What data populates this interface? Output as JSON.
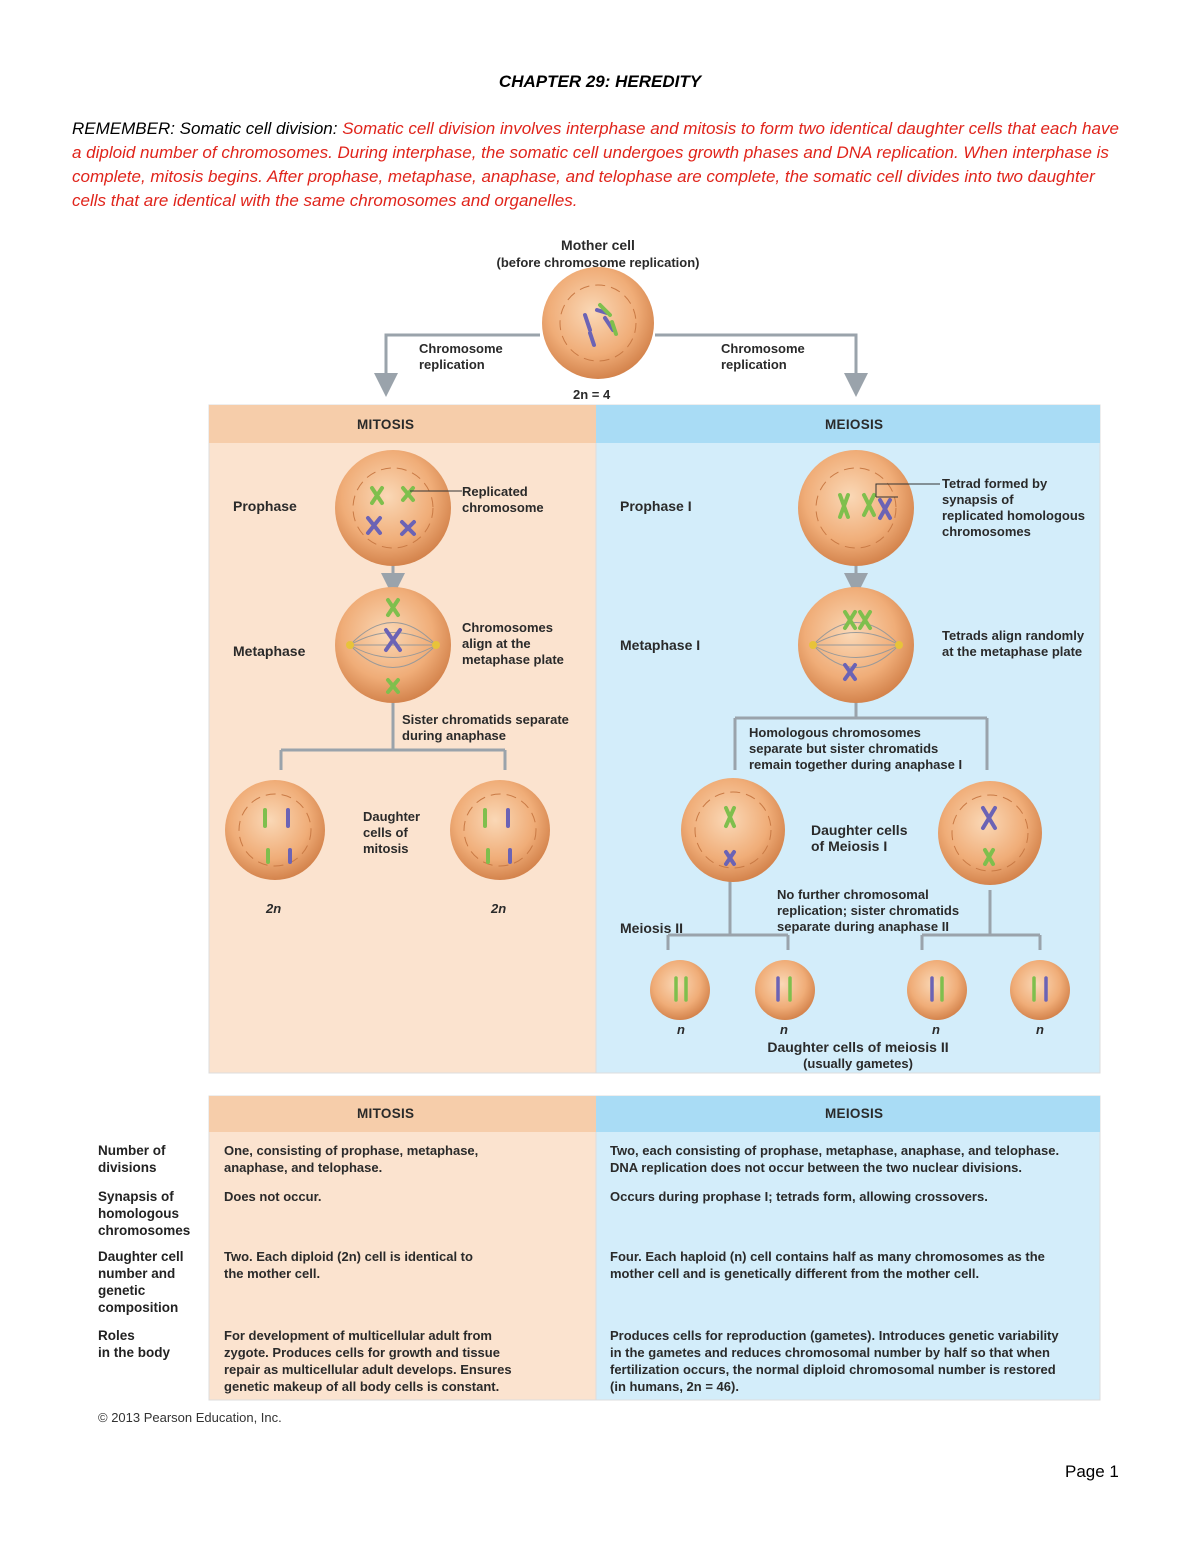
{
  "header": {
    "title": "CHAPTER 29: HEREDITY",
    "remember_label": "REMEMBER:  Somatic cell division:  ",
    "remember_text": "Somatic cell division involves interphase and mitosis to form two identical daughter cells that each have a diploid number of chromosomes.  During interphase, the somatic cell undergoes growth phases and DNA replication.  When interphase is complete, mitosis begins.  After prophase, metaphase, anaphase, and telophase are complete, the somatic cell divides into two daughter cells that are identical with the same chromosomes and organelles."
  },
  "diagram": {
    "mother_cell": "Mother cell",
    "mother_cell_sub": "(before chromosome replication)",
    "replication_left": [
      "Chromosome",
      "replication"
    ],
    "replication_right": [
      "Chromosome",
      "replication"
    ],
    "ploidy": "2n = 4",
    "mitosis_header": "MITOSIS",
    "meiosis_header": "MEIOSIS",
    "prophase": "Prophase",
    "replicated_chromosome": [
      "Replicated",
      "chromosome"
    ],
    "metaphase": "Metaphase",
    "chromosomes_align": [
      "Chromosomes",
      "align at the",
      "metaphase plate"
    ],
    "sister_chromatids": [
      "Sister chromatids separate",
      "during anaphase"
    ],
    "daughter_mitosis": [
      "Daughter",
      "cells of",
      "mitosis"
    ],
    "mitosis_result_left": "2n",
    "mitosis_result_right": "2n",
    "prophase_1": "Prophase I",
    "tetrad": [
      "Tetrad formed by",
      "synapsis of",
      "replicated homologous",
      "chromosomes"
    ],
    "metaphase_1": "Metaphase I",
    "tetrads_align": [
      "Tetrads align randomly",
      "at the metaphase plate"
    ],
    "homologous": [
      "Homologous chromosomes",
      "separate but sister chromatids",
      "remain together during anaphase I"
    ],
    "daughter_meiosis_1": [
      "Daughter cells",
      "of Meiosis I"
    ],
    "no_further": [
      "No further chromosomal",
      "replication; sister chromatids",
      "separate during anaphase II"
    ],
    "meiosis_2": "Meiosis II",
    "gamete_labels": [
      "n",
      "n",
      "n",
      "n"
    ],
    "daughter_meiosis_2": "Daughter cells of meiosis II",
    "daughter_meiosis_2_sub": "(usually gametes)"
  },
  "table": {
    "columns": [
      "MITOSIS",
      "MEIOSIS"
    ],
    "rows": [
      {
        "label": [
          "Number of",
          "divisions"
        ],
        "mitosis": [
          "One, consisting of prophase, metaphase,",
          "anaphase, and telophase."
        ],
        "meiosis": [
          "Two, each consisting of prophase, metaphase, anaphase, and telophase.",
          "DNA replication does not occur between the two nuclear divisions."
        ]
      },
      {
        "label": [
          "Synapsis of",
          "homologous",
          "chromosomes"
        ],
        "mitosis": [
          "Does not occur."
        ],
        "meiosis": [
          "Occurs during prophase I; tetrads form, allowing crossovers."
        ]
      },
      {
        "label": [
          "Daughter cell",
          "number and",
          "genetic",
          "composition"
        ],
        "mitosis": [
          "Two. Each diploid (2n) cell is identical to",
          "the mother cell."
        ],
        "meiosis": [
          "Four. Each haploid (n) cell contains half as many chromosomes as the",
          "mother cell and is genetically different from the mother cell."
        ]
      },
      {
        "label": [
          "Roles",
          "in the body"
        ],
        "mitosis": [
          "For development of multicellular adult from",
          "zygote. Produces cells for growth and tissue",
          "repair as multicellular adult develops. Ensures",
          "genetic makeup of all body cells is constant."
        ],
        "meiosis": [
          "Produces cells for reproduction (gametes). Introduces genetic variability",
          "in the gametes and reduces chromosomal number by half so that when",
          "fertilization occurs, the normal diploid chromosomal number is restored",
          "(in humans, 2n = 46)."
        ]
      }
    ]
  },
  "footer": {
    "copyright": "© 2013 Pearson Education, Inc.",
    "page": "Page 1"
  },
  "colors": {
    "mitosis_bg": "#fbe3cf",
    "mitosis_header": "#f6cdaa",
    "meiosis_bg": "#d3edfa",
    "meiosis_header": "#a9dcf5",
    "red_text": "#e0241b"
  }
}
